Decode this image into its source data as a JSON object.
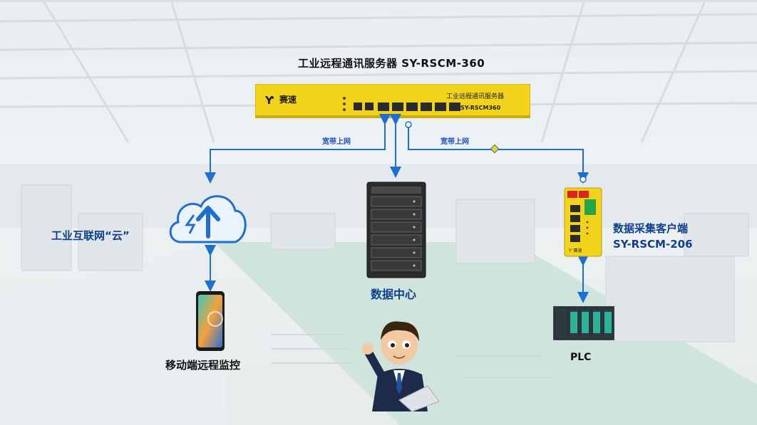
{
  "server": {
    "title": "工业远程通讯服务器 SY-RSCM-360",
    "panel_cn": "工业远程通讯服务器",
    "panel_model": "SY-RSCM360",
    "brand": "赛速"
  },
  "cloud": {
    "label": "工业互联网“云”"
  },
  "datacenter": {
    "label": "数据中心"
  },
  "client": {
    "label_line1": "数据采集客户端",
    "label_line2": "SY-RSCM-206"
  },
  "mobile": {
    "label": "移动端远程监控"
  },
  "plc": {
    "label": "PLC"
  },
  "links": {
    "broadband_left": "宽带上网",
    "broadband_right": "宽带上网"
  },
  "colors": {
    "arrow": "#1f6fd1",
    "device_yellow": "#f2d21a",
    "label_blue": "#0f3f8c"
  },
  "icons": [
    "cloud-upload-icon",
    "server-rack-icon",
    "smartphone-icon",
    "plc-module-icon",
    "businessman-illustration"
  ]
}
